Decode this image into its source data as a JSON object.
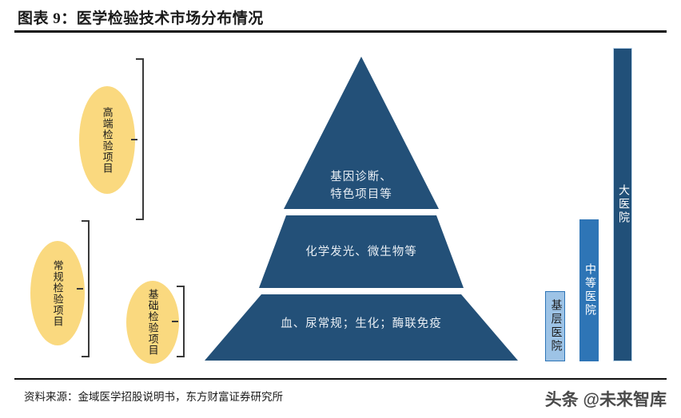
{
  "header": {
    "title": "图表 9：医学检验技术市场分布情况"
  },
  "footer": {
    "source": "资料来源：金域医学招股说明书，东方财富证券研究所",
    "watermark": "头条 @未来智库"
  },
  "callouts": [
    {
      "label": "高端检验项目"
    },
    {
      "label": "常规检验项目"
    },
    {
      "label": "基础检验项目"
    }
  ],
  "pyramid": {
    "tiers": [
      {
        "name": "top",
        "line1": "基因诊断、",
        "line2": "特色项目等"
      },
      {
        "name": "middle",
        "line1": "化学发光、微生物等",
        "line2": ""
      },
      {
        "name": "bottom",
        "line1": "血、尿常规；生化；酶联免疫",
        "line2": ""
      }
    ]
  },
  "bars": [
    {
      "label": "基层医院",
      "fill": "#9DC3E6",
      "text_color": "#1a1a1a",
      "border": "#2E75B6"
    },
    {
      "label": "中等医院",
      "fill": "#2E75B6",
      "text_color": "#ffffff",
      "border": "#2E75B6"
    },
    {
      "label": "大医院",
      "fill": "#215079",
      "text_color": "#ffffff",
      "border": "#BDD7EE"
    }
  ],
  "colors": {
    "pyramid_fill": "#235078",
    "ellipse_fill": "#FAD97F",
    "rule": "#111111"
  }
}
